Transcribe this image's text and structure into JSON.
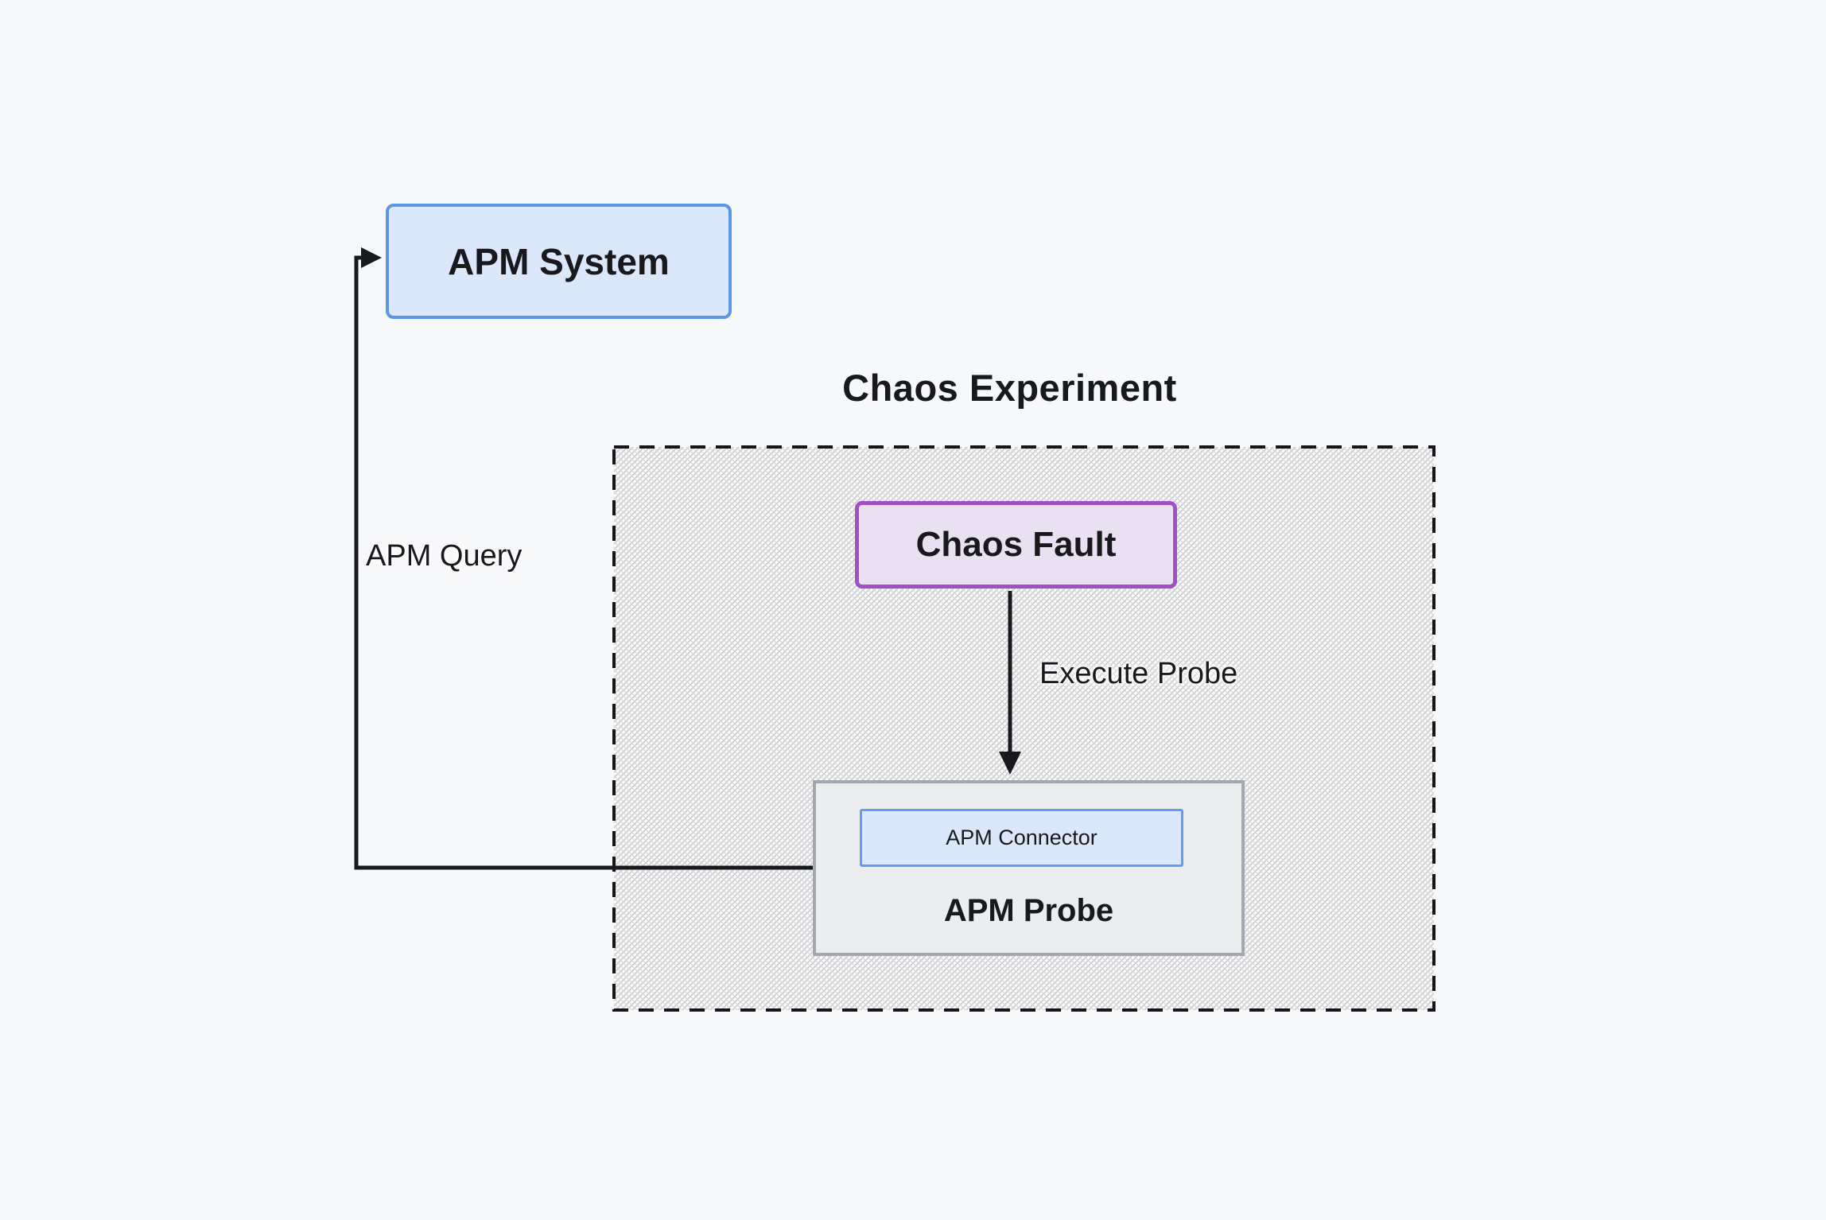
{
  "diagram": {
    "title": "Chaos Experiment",
    "nodes": {
      "apm_system": "APM System",
      "chaos_fault": "Chaos Fault",
      "apm_probe": "APM Probe",
      "apm_connector": "APM Connector"
    },
    "edges": {
      "apm_query": "APM Query",
      "execute_probe": "Execute Probe"
    },
    "colors": {
      "canvas_background": "#f7f8fa",
      "blue_node_fill": "#dbe8f9",
      "blue_node_border": "#5c96ea",
      "purple_node_fill": "#e9e1f2",
      "purple_node_border": "#a04fc4",
      "gray_node_fill": "#ebedef",
      "gray_node_border": "#a2a7b1",
      "dashed_group_border": "#141619",
      "hatch_pattern": "#c9c9c9",
      "connector_line": "#17191c",
      "text": "#17191d"
    }
  }
}
